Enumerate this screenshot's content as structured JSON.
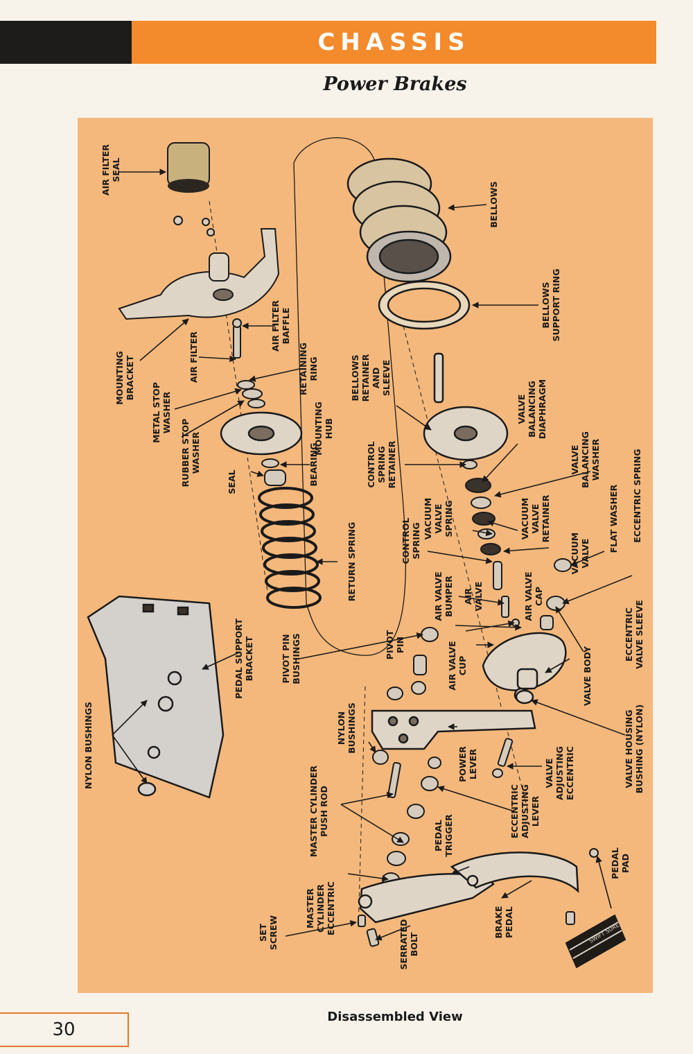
{
  "header": {
    "section_title": "CHASSIS"
  },
  "subtitle": "Power Brakes",
  "caption": "Disassembled View",
  "page_number": "30",
  "colors": {
    "header_band": "#f38a2c",
    "panel": "#f4b87c",
    "dark_band": "#1d1c1a"
  },
  "labels": {
    "air_filter_seal": [
      "AIR FILTER",
      "SEAL"
    ],
    "bellows": [
      "BELLOWS"
    ],
    "bellows_support_ring": [
      "BELLOWS",
      "SUPPORT RING"
    ],
    "mounting_bracket": [
      "MOUNTING",
      "BRACKET"
    ],
    "air_filter": [
      "AIR FILTER"
    ],
    "air_filter_baffle": [
      "AIR FILTER",
      "BAFFLE"
    ],
    "retaining_ring": [
      "RETAINING",
      "RING"
    ],
    "bellows_retainer_sleeve": [
      "BELLOWS",
      "RETAINER",
      "AND",
      "SLEEVE"
    ],
    "valve_balancing_diaphragm": [
      "VALVE",
      "BALANCING",
      "DIAPHRAGM"
    ],
    "metal_stop_washer": [
      "METAL STOP",
      "WASHER"
    ],
    "mounting_hub": [
      "MOUNTING",
      "HUB"
    ],
    "rubber_stop_washer": [
      "RUBBER STOP",
      "WASHER"
    ],
    "control_spring_retainer": [
      "CONTROL",
      "SPRING",
      "RETAINER"
    ],
    "valve_balancing_washer": [
      "VALVE",
      "BALANCING",
      "WASHER"
    ],
    "seal": [
      "SEAL"
    ],
    "bearing": [
      "BEARING"
    ],
    "vacuum_valve_spring": [
      "VACUUM",
      "VALVE",
      "SPRING"
    ],
    "vacuum_valve_retainer": [
      "VACUUM",
      "VALVE",
      "RETAINER"
    ],
    "flat_washer": [
      "FLAT WASHER"
    ],
    "eccentric_spring": [
      "ECCENTRIC SPRING"
    ],
    "return_spring": [
      "RETURN SPRING"
    ],
    "control_spring": [
      "CONTROL",
      "SPRING"
    ],
    "vacuum_valve": [
      "VACUUM",
      "VALVE"
    ],
    "air_valve_bumper": [
      "AIR VALVE",
      "BUMPER"
    ],
    "air_valve": [
      "AIR",
      "VALVE"
    ],
    "air_valve_cap": [
      "AIR VALVE",
      "CAP"
    ],
    "pedal_support_bracket": [
      "PEDAL SUPPORT",
      "BRACKET"
    ],
    "pivot_pin_bushings": [
      "PIVOT PIN",
      "BUSHINGS"
    ],
    "air_valve_cup": [
      "AIR VALVE",
      "CUP"
    ],
    "pivot_pin": [
      "PIVOT",
      "PIN"
    ],
    "valve_body": [
      "VALVE BODY"
    ],
    "eccentric_valve_sleeve": [
      "ECCENTRIC",
      "VALVE SLEEVE"
    ],
    "nylon_bushings_left": [
      "NYLON BUSHINGS"
    ],
    "nylon_bushings": [
      "NYLON",
      "BUSHINGS"
    ],
    "valve_housing_bushing": [
      "VALVE HOUSING",
      "BUSHING (NYLON)"
    ],
    "power_lever": [
      "POWER",
      "LEVER"
    ],
    "valve_adjusting_eccentric": [
      "VALVE",
      "ADJUSTING",
      "ECCENTRIC"
    ],
    "master_cylinder_push_rod": [
      "MASTER CYLINDER",
      "PUSH ROD"
    ],
    "eccentric_adjusting_lever": [
      "ECCENTRIC",
      "ADJUSTING",
      "LEVER"
    ],
    "pedal_trigger": [
      "PEDAL",
      "TRIGGER"
    ],
    "pedal_pad": [
      "PEDAL",
      "PAD"
    ],
    "master_cylinder_eccentric": [
      "MASTER",
      "CYLINDER",
      "ECCENTRIC"
    ],
    "brake_pedal": [
      "BRAKE",
      "PEDAL"
    ],
    "set_screw": [
      "SET",
      "SCREW"
    ],
    "serrated_bolt": [
      "SERRATED",
      "BOLT"
    ]
  },
  "pad_brand": "SWIFT SURE"
}
